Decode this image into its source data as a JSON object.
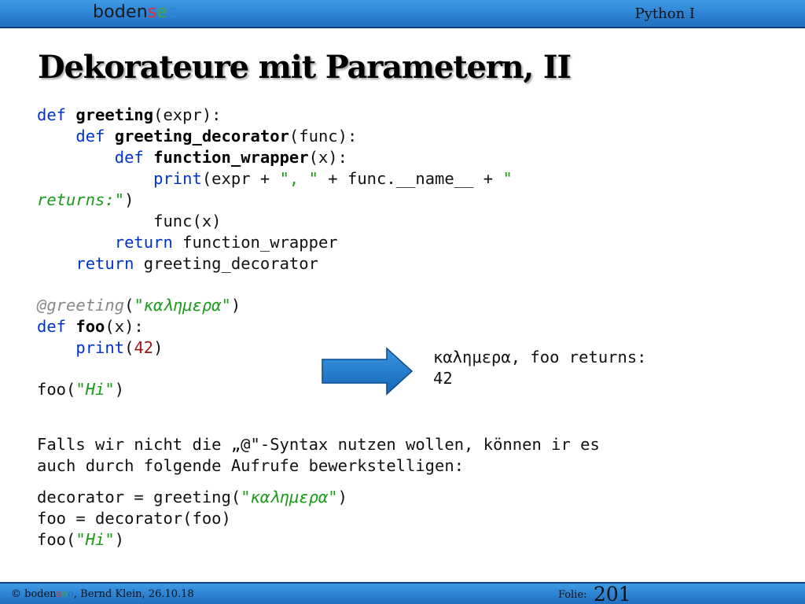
{
  "header": {
    "logo": {
      "part1": "bodens",
      "part2": "e",
      "part3": "o",
      "prefix": "boden",
      "s": "s",
      "e": "e",
      "o": "o"
    },
    "course": "Python I"
  },
  "slide": {
    "title": "Dekorateure mit Parametern, II"
  },
  "code1": {
    "l1_kw": "def",
    "l1_fn": "greeting",
    "l1_rest": "(expr):",
    "l2_kw": "def",
    "l2_fn": "greeting_decorator",
    "l2_rest": "(func):",
    "l3_kw": "def",
    "l3_fn": "function_wrapper",
    "l3_rest": "(x):",
    "l4_bi": "print",
    "l4_a": "(expr + ",
    "l4_str1": "\", \"",
    "l4_b": " + func.__name__ + ",
    "l4_str2": "\"",
    "l5_str": "returns:\"",
    "l5_rest": ")",
    "l6": "func(x)",
    "l7_kw": "return",
    "l7_rest": " function_wrapper",
    "l8_kw": "return",
    "l8_rest": " greeting_decorator"
  },
  "code2": {
    "l1_dec": "@greeting",
    "l1_a": "(",
    "l1_str": "\"καλημερα\"",
    "l1_b": ")",
    "l2_kw": "def",
    "l2_fn": "foo",
    "l2_rest": "(x):",
    "l3_bi": "print",
    "l3_a": "(",
    "l3_num": "42",
    "l3_b": ")"
  },
  "code3": {
    "a": "foo(",
    "str": "\"Hi\"",
    "b": ")"
  },
  "output": {
    "line1": "καλημερα, foo returns:",
    "line2": "42"
  },
  "prose": {
    "line1": "Falls wir nicht die „@\"-Syntax nutzen wollen, können ir es",
    "line2": "auch durch folgende Aufrufe bewerkstelligen:"
  },
  "code4": {
    "l1_a": "decorator = greeting(",
    "l1_str": "\"καλημερα\"",
    "l1_b": ")",
    "l2": "foo = decorator(foo)",
    "l3_a": "foo(",
    "l3_str": "\"Hi\"",
    "l3_b": ")"
  },
  "footer": {
    "copyright": "©",
    "logo_prefix": "boden",
    "logo_s": "s",
    "logo_e": "e",
    "logo_o": "o",
    "author_date": ", Bernd Klein, 26.10.18",
    "folie_label": "Folie:",
    "folie_number": "201"
  },
  "colors": {
    "bar": "#2f86d6",
    "keyword": "#0033cc",
    "string": "#1a9c1a",
    "decorator": "#888888",
    "number": "#a01515",
    "arrow": "#1f78cf"
  }
}
